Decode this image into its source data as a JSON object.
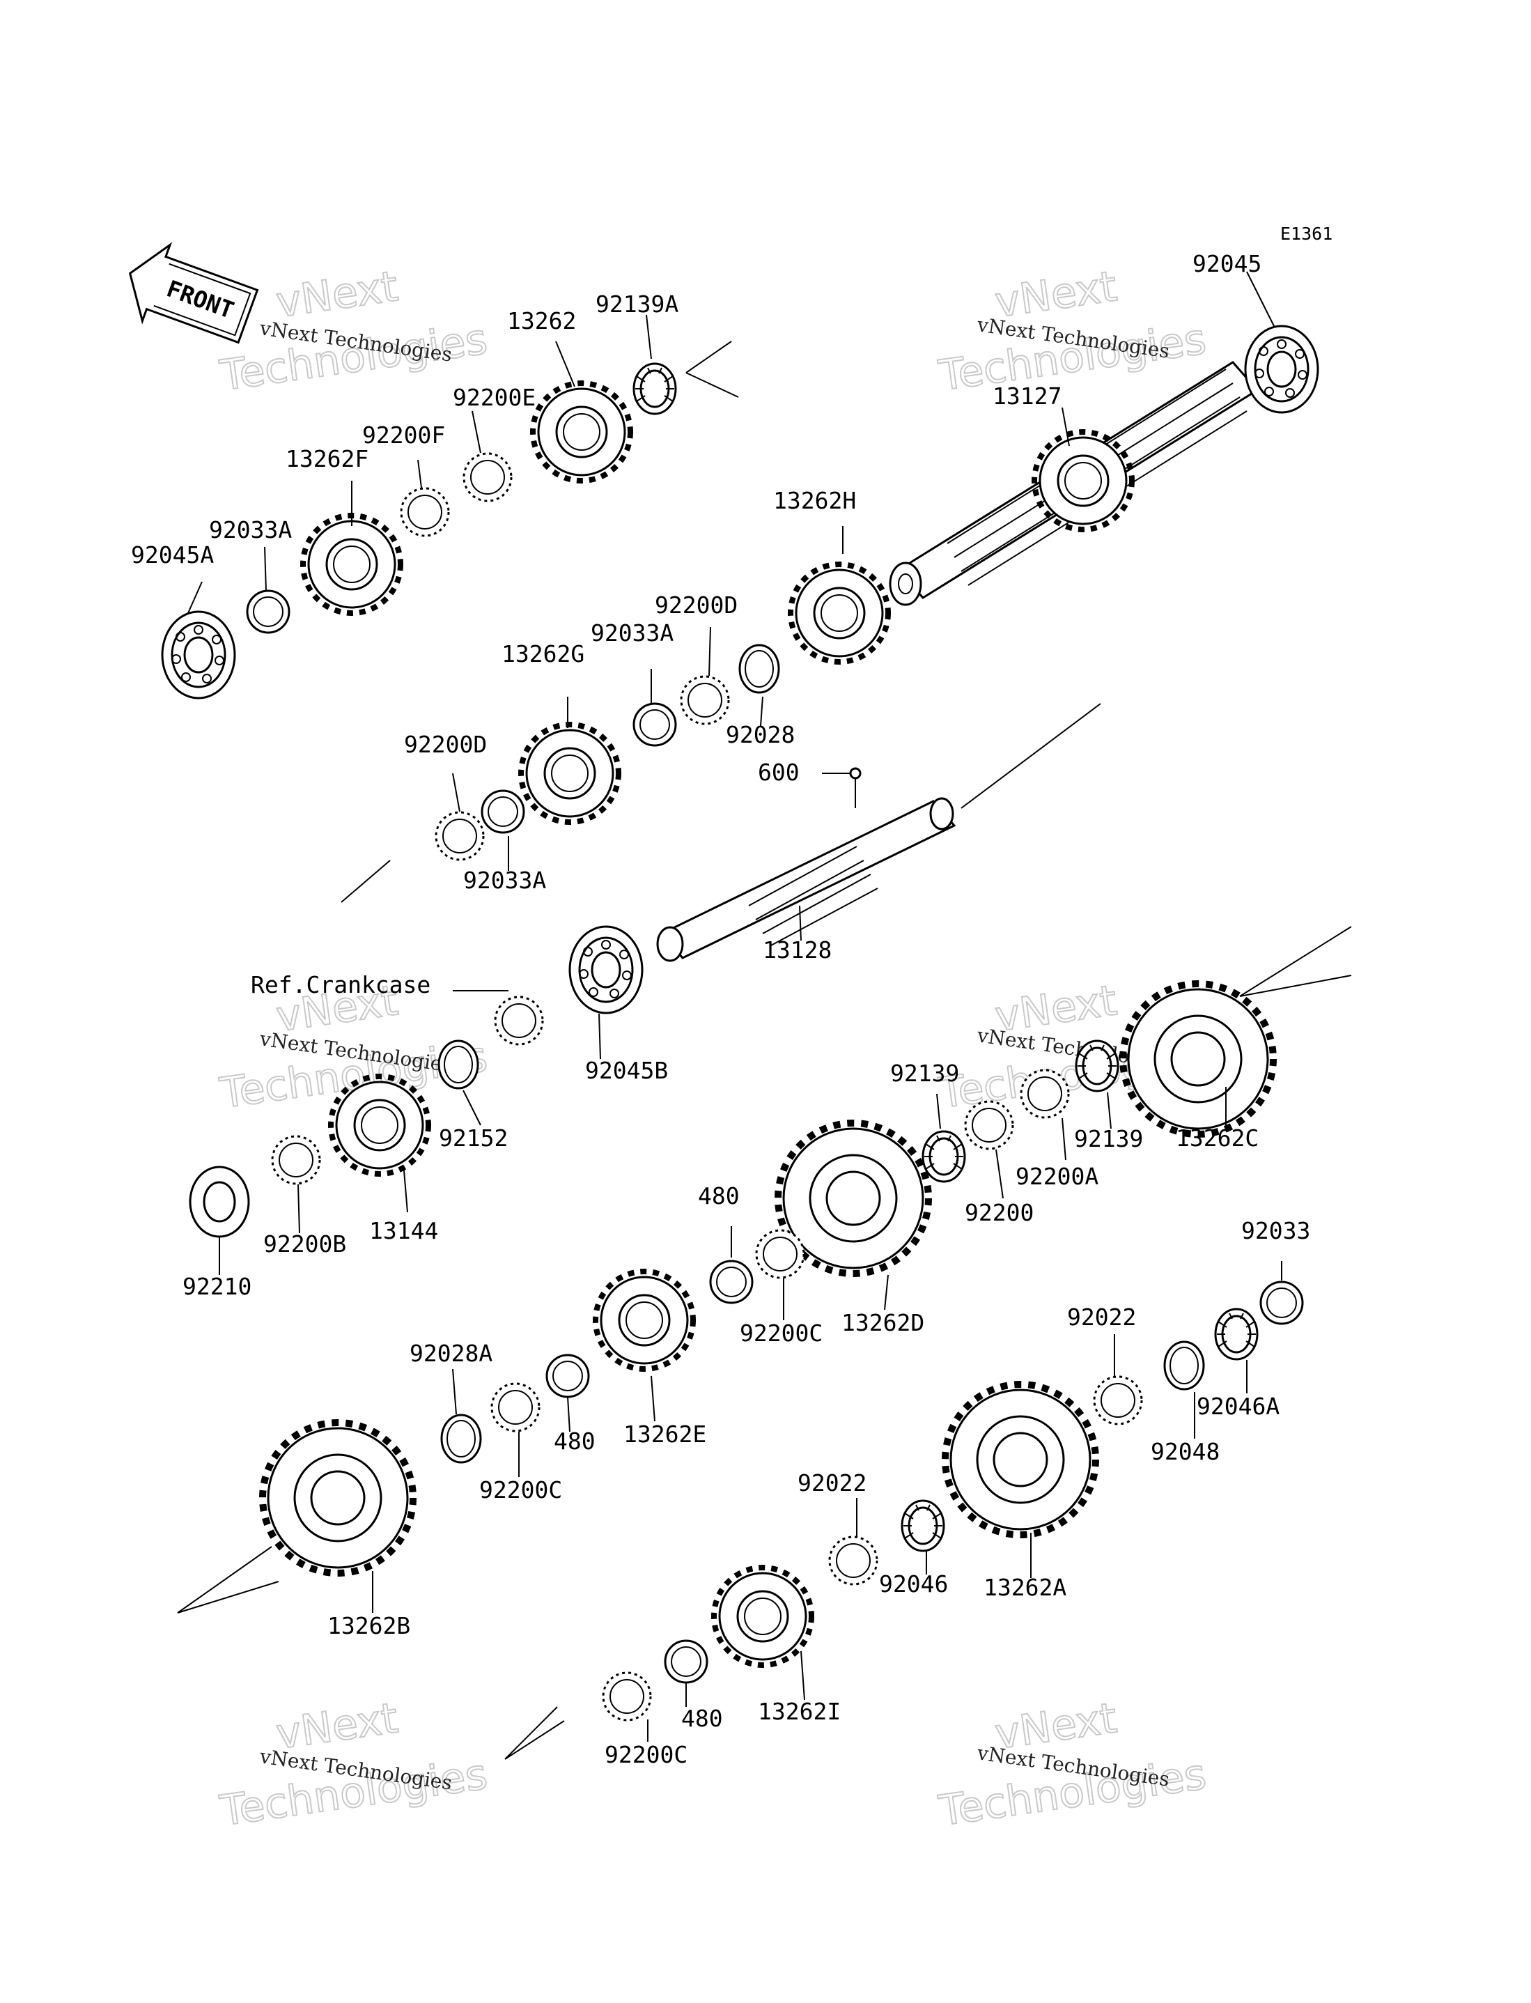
{
  "diagram_code": "E1361",
  "front_arrow_label": "FRONT",
  "reference_label": "Ref.Crankcase",
  "watermark": {
    "line": "vNext Technologies",
    "big_top": "vNext",
    "big_bottom": "Technologies"
  },
  "parts": {
    "p92045": "92045",
    "p13127": "13127",
    "p13262": "13262",
    "p92139A": "92139A",
    "p92200E": "92200E",
    "p92200F": "92200F",
    "p13262F": "13262F",
    "p92033A_1": "92033A",
    "p92045A": "92045A",
    "p13262H": "13262H",
    "p92200D_1": "92200D",
    "p92033A_2": "92033A",
    "p13262G": "13262G",
    "p92028": "92028",
    "p600": "600",
    "p92200D_2": "92200D",
    "p92033A_3": "92033A",
    "p13128": "13128",
    "p92045B": "92045B",
    "p92152": "92152",
    "p13144": "13144",
    "p92200B": "92200B",
    "p92210": "92210",
    "p92139_1": "92139",
    "p92139_2": "92139",
    "p13262C": "13262C",
    "p92200A": "92200A",
    "p92200": "92200",
    "p480_1": "480",
    "p92200C_1": "92200C",
    "p13262D": "13262D",
    "p92033": "92033",
    "p92022_1": "92022",
    "p92048": "92048",
    "p92046A": "92046A",
    "p92028A": "92028A",
    "p480_2": "480",
    "p92200C_2": "92200C",
    "p13262E": "13262E",
    "p13262B": "13262B",
    "p92022_2": "92022",
    "p92046": "92046",
    "p13262A": "13262A",
    "p480_3": "480",
    "p13262I": "13262I",
    "p92200C_3": "92200C"
  }
}
